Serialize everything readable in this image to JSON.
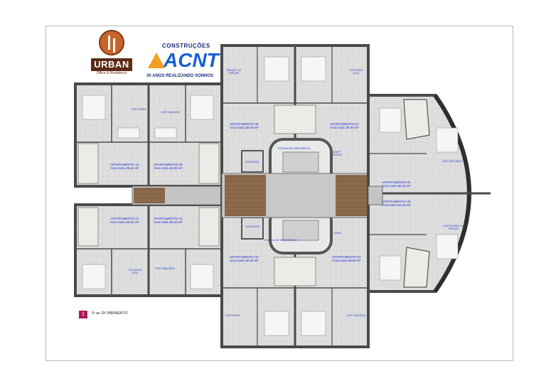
{
  "brand": {
    "urban_name": "URBAN",
    "urban_sub": "Office & Residence",
    "acnt_top": "CONSTRUÇÕES",
    "acnt_main": "ACNT",
    "acnt_tagline": "30 ANOS REALIZANDO SONHOS"
  },
  "legend": {
    "badge": "1",
    "label": "5º ao 15º PAVIMENTO"
  },
  "apartments": [
    {
      "title": "APARTAMENTO 10",
      "area": "Área total=35,51 M²"
    },
    {
      "title": "APARTAMENTO 09",
      "area": "Área total=35,06 M²"
    },
    {
      "title": "APARTAMENTO 08",
      "area": "Área total=38,38 M²"
    },
    {
      "title": "APARTAMENTO 07",
      "area": "Área total=36,00 M²"
    },
    {
      "title": "APARTAMENTO 06",
      "area": "Área total=58,32 M²"
    },
    {
      "title": "APARTAMENTO 05",
      "area": "Área total=59,32 M²"
    },
    {
      "title": "APARTAMENTO 01",
      "area": "Área total=35,51 M²"
    },
    {
      "title": "APARTAMENTO 02",
      "area": "Área total=35,06 M²"
    },
    {
      "title": "APARTAMENTO 03",
      "area": "Área total=38,30 M²"
    },
    {
      "title": "APARTAMENTO 04",
      "area": "Área total=38,88 M²"
    }
  ],
  "notes": {
    "cor_pedra_1": "COR PEDRA",
    "cor_camurca_1": "COR CAMURÇA",
    "parque_1": "PARQUE NO PARQUE",
    "cor_areia_1": "COR AREIA AZUL",
    "cor_orquidea_1": "COR ORQUÍDEA",
    "elevador_1": "ELEVADOR",
    "elevador_2": "ELEVADOR",
    "escada_1": "ESCADA DE EMERGÊNCIA",
    "escada_2": "ESCADA DE EMERGÊNCIA",
    "cor_areia_2": "COR AREIA AZUL",
    "cor_orquidea_2": "COR ORQUÍDEA",
    "cor_pedra_2": "COR PEDRA",
    "cor_camurca_2": "COR CAMURÇA",
    "parque_2": "COR PASSEIO NO PARQUE",
    "shaft_1": "SHAFT ÁGUAS",
    "shaft_2": "SHAFT"
  },
  "colors": {
    "wall": "#505050",
    "floor": "#dcdcdc",
    "corridor": "#8a6a4e",
    "label": "#1d2fd2",
    "accent": "#b0185c"
  }
}
